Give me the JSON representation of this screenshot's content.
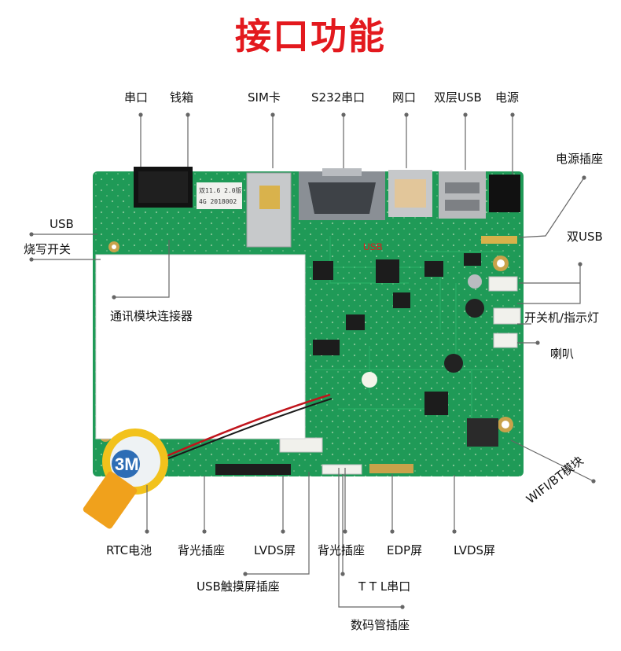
{
  "title": "接口功能",
  "board": {
    "usb_mark": "USB",
    "sticker_line1": "双11.6 2.0版",
    "sticker_line2": "4G 2018002",
    "battery_brand": "3M"
  },
  "labels": {
    "serial": "串口",
    "cash_drawer": "钱箱",
    "sim": "SIM卡",
    "rs232": "S232串口",
    "ethernet": "网口",
    "dual_usb_top": "双层USB",
    "power": "电源",
    "power_socket": "电源插座",
    "dual_usb": "双USB",
    "power_switch_led": "开关机/指示灯",
    "speaker": "喇叭",
    "wifi_bt": "WIFI/BT模块",
    "usb_left": "USB",
    "burn_switch": "烧写开关",
    "comm_module": "通讯模块连接器",
    "rtc_battery": "RTC电池",
    "backlight_1": "背光插座",
    "lvds_1": "LVDS屏",
    "backlight_2": "背光插座",
    "edp": "EDP屏",
    "lvds_2": "LVDS屏",
    "usb_touch": "USB触摸屏插座",
    "ttl": "T T L串口",
    "digital_tube": "数码管插座"
  },
  "colors": {
    "title": "#e3191e",
    "pcb": "#1f9a57",
    "leader": "#666666",
    "usb_mark": "#e3191e"
  }
}
